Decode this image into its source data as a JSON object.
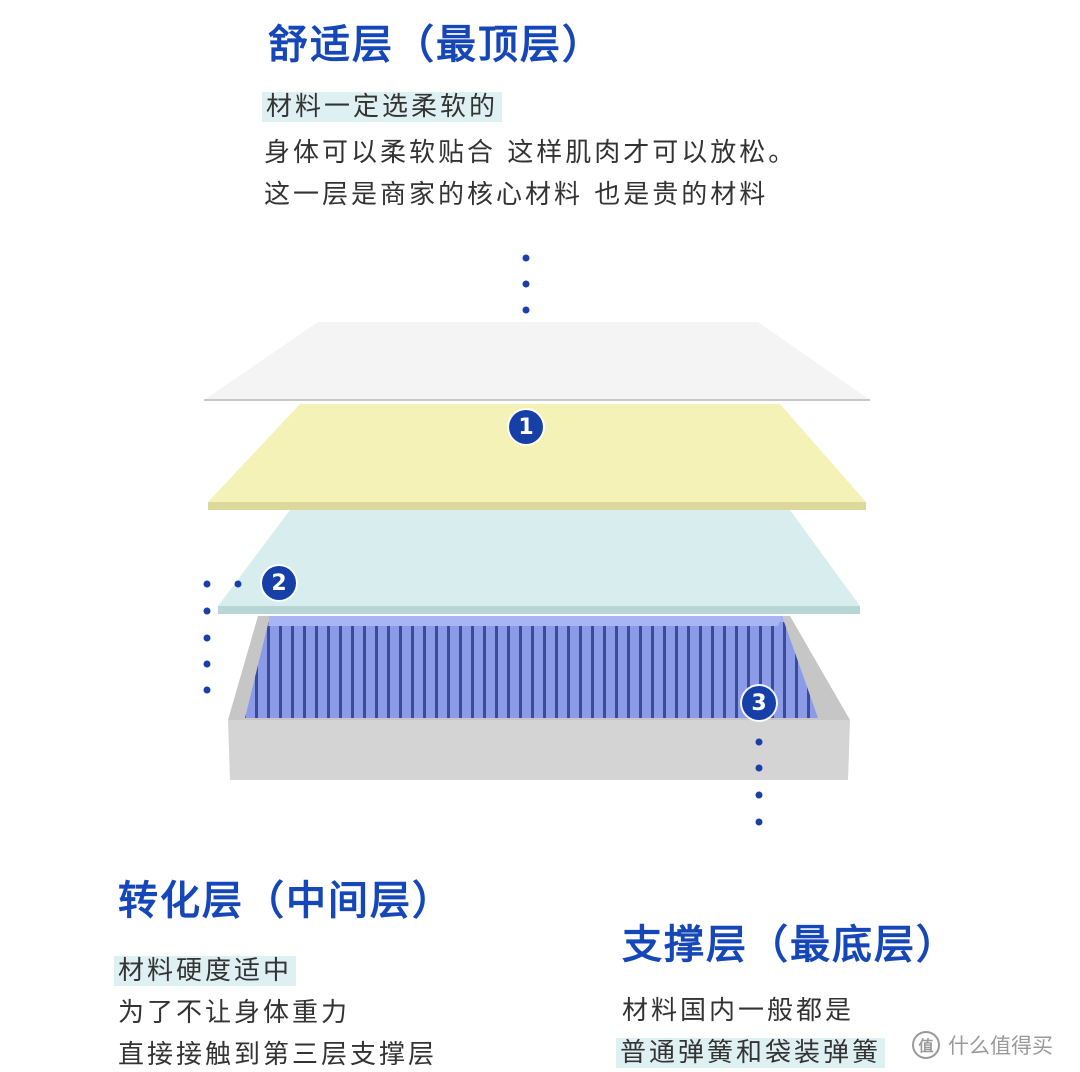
{
  "top_section": {
    "title": "舒适层（最顶层）",
    "highlight": "材料一定选柔软的",
    "line2": "身体可以柔软贴合 这样肌肉才可以放松。",
    "line3": "这一层是商家的核心材料 也是贵的材料"
  },
  "middle_section": {
    "title": "转化层（中间层）",
    "highlight": "材料硬度适中",
    "line2": "为了不让身体重力",
    "line3": "直接接触到第三层支撑层"
  },
  "bottom_section": {
    "title": "支撑层（最底层）",
    "line1": "材料国内一般都是",
    "highlight": "普通弹簧和袋装弹簧"
  },
  "badges": {
    "one": "1",
    "two": "2",
    "three": "3"
  },
  "watermark": {
    "logo": "值",
    "text": "什么值得买"
  },
  "colors": {
    "heading": "#1647b8",
    "badge": "#163fa8",
    "layer_top": "#f4f4f4",
    "layer_yellow": "#f3efb0",
    "layer_blue": "#d2eaea",
    "springs": "#8b9be8",
    "frame": "#d0d0d0"
  }
}
